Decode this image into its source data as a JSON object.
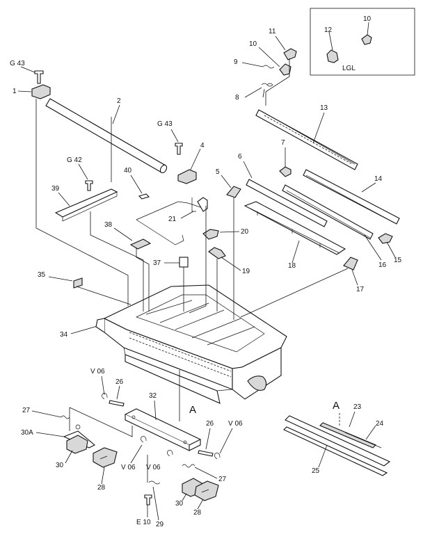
{
  "labels": {
    "g43_a": "G 43",
    "p1": "1",
    "p2": "2",
    "g43_b": "G 43",
    "p4": "4",
    "g42": "G 42",
    "p39": "39",
    "p40": "40",
    "p21": "21",
    "p38": "38",
    "p20": "20",
    "p37": "37",
    "p19": "19",
    "p35": "35",
    "p34": "34",
    "p5": "5",
    "p6": "6",
    "p7": "7",
    "p8": "8",
    "p9": "9",
    "p10_a": "10",
    "p11": "11",
    "p13": "13",
    "p14": "14",
    "p15": "15",
    "p16": "16",
    "p17": "17",
    "p18": "18",
    "inset_p12": "12",
    "inset_p10": "10",
    "inset_name": "LGL",
    "v06_a": "V 06",
    "p26_a": "26",
    "p27_a": "27",
    "p30a": "30A",
    "p30_a": "30",
    "p28_a": "28",
    "p32": "32",
    "v06_b": "V 06",
    "marker_a": "A",
    "p26_b": "26",
    "v06_c": "V 06",
    "p27_b": "27",
    "p30_b": "30",
    "p28_b": "28",
    "v06_d": "V 06",
    "e10": "E 10",
    "p29": "29",
    "detail_a": "A",
    "p23": "23",
    "p24": "24",
    "p25": "25"
  }
}
